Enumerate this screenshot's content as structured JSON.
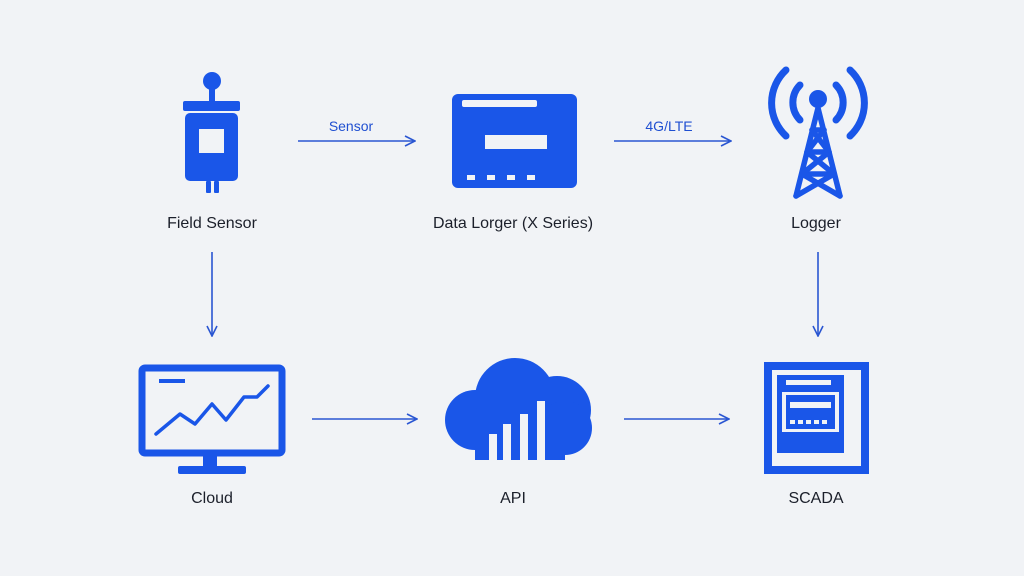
{
  "colors": {
    "accent": "#1a56e8",
    "arrow": "#2a56d2",
    "background": "#f1f3f6",
    "text": "#1b1f2a"
  },
  "nodes": {
    "field_sensor": {
      "label": "Field Sensor",
      "icon": "sensor-icon"
    },
    "data_logger": {
      "label": "Data Lorger (X Series)",
      "icon": "data-logger-icon"
    },
    "logger": {
      "label": "Logger",
      "icon": "cell-tower-icon"
    },
    "cloud": {
      "label": "Cloud",
      "icon": "monitor-chart-icon"
    },
    "api": {
      "label": "API",
      "icon": "cloud-chart-icon"
    },
    "scada": {
      "label": "SCADA",
      "icon": "scada-cabinet-icon"
    }
  },
  "edges": {
    "sensor_to_logger": {
      "label": "Sensor"
    },
    "logger_to_tower": {
      "label": "4G/LTE"
    }
  }
}
